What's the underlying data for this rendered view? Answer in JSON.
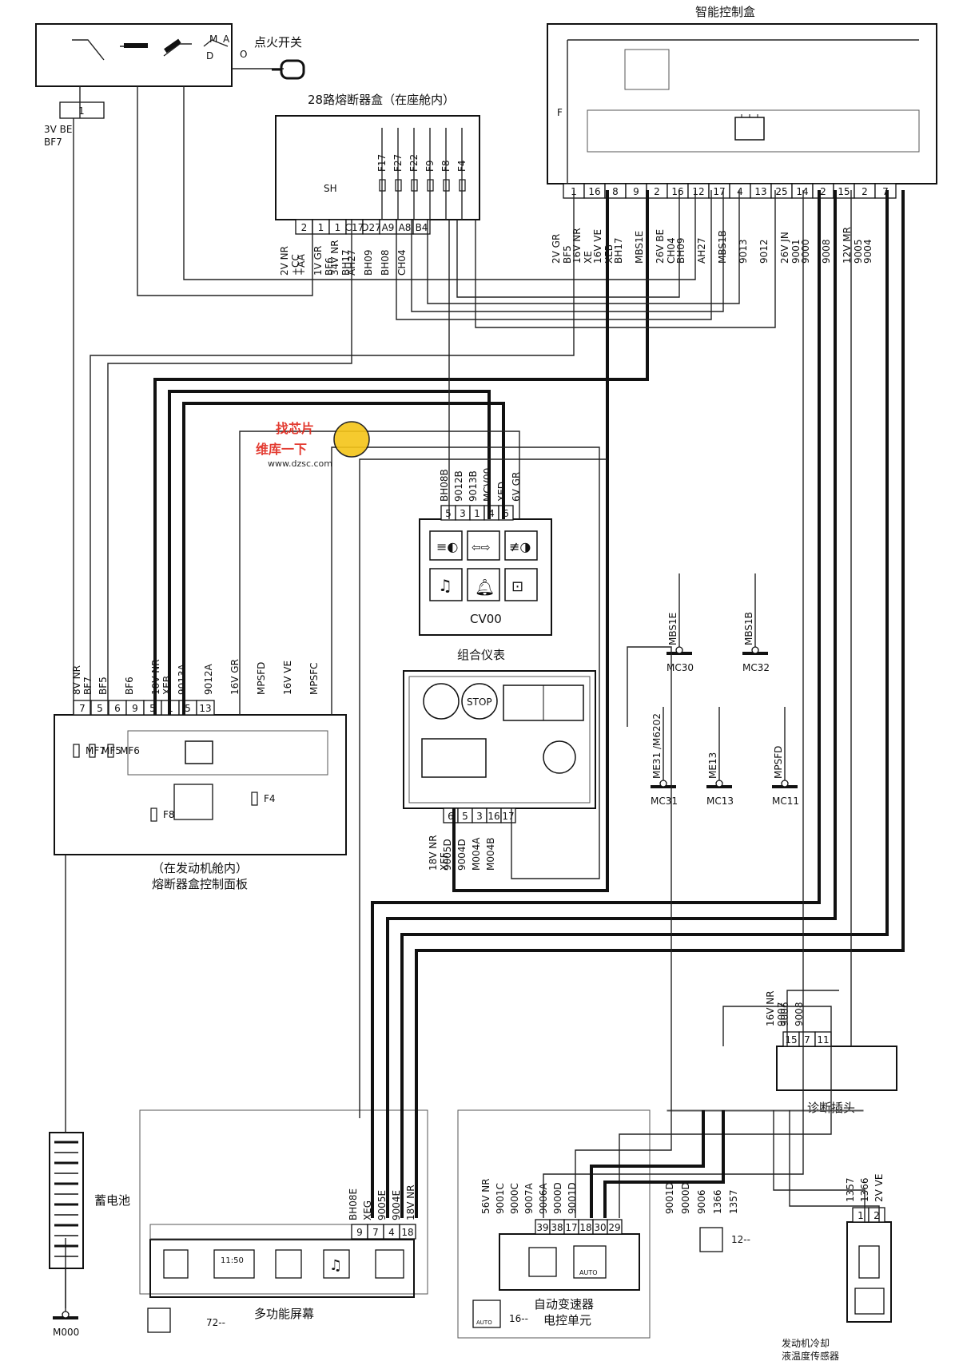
{
  "components": {
    "ignition_switch": {
      "title": "点火开关",
      "contacts": [
        "M",
        "A",
        "D",
        "O"
      ],
      "pin": "1",
      "wire": [
        "3V BE",
        "BF7"
      ]
    },
    "smart_box": {
      "title": "智能控制盒",
      "fuse": "F",
      "pins": [
        "1",
        "16",
        "8",
        "9",
        "2",
        "16",
        "12",
        "17",
        "4",
        "13",
        "25",
        "14",
        "2",
        "15",
        "2",
        "7"
      ],
      "wires": [
        [
          "2V GR",
          "BF5"
        ],
        [
          "16V NR",
          "XE"
        ],
        [
          "16V VE",
          "XEB"
        ],
        [
          "BH17"
        ],
        [
          "MBS1E"
        ],
        [
          "26V BE",
          "CH04"
        ],
        [
          "BH09"
        ],
        [
          "AH27"
        ],
        [
          "MBS1B"
        ],
        [
          "9013"
        ],
        [
          "9012"
        ],
        [
          "26V JN",
          "9001"
        ],
        [
          "9000"
        ],
        [
          "9008"
        ],
        [
          "12V MR",
          "9005"
        ],
        [
          "9004"
        ]
      ]
    },
    "fuse_box_cabin": {
      "title": "28路熔断器盒（在座舱内）",
      "sh": "SH",
      "fuses": [
        "F17",
        "F27",
        "F22",
        "F9",
        "F8",
        "F4"
      ],
      "pins": [
        "2",
        "1",
        "1",
        "C17",
        "D27",
        "A9",
        "A8",
        "B4"
      ],
      "wires": [
        [
          "2V NR",
          "+CC"
        ],
        [
          "+AA"
        ],
        [
          "1V GR",
          "BF6"
        ],
        [
          "34V NR",
          "BH17"
        ],
        [
          "AH27"
        ],
        [
          "BH09"
        ],
        [
          "BH08"
        ],
        [
          "CH04"
        ]
      ]
    },
    "cv00": {
      "title": "CV00",
      "pins": [
        "5",
        "3",
        "1",
        "4",
        "6"
      ],
      "wires": [
        [
          "BH08B"
        ],
        [
          "9012B"
        ],
        [
          "9013B"
        ],
        [
          "MCV00"
        ],
        [
          "XED"
        ],
        [
          "6V GR"
        ]
      ]
    },
    "engine_fuse_panel": {
      "title1": "（在发动机舱内）",
      "title2": "熔断器盒控制面板",
      "pins": [
        "7",
        "5",
        "6",
        "9",
        "5",
        "1",
        "5",
        "13"
      ],
      "wires": [
        [
          "8V NR",
          "BF7"
        ],
        [
          "BF5"
        ],
        [
          "BF6"
        ],
        [
          "10V NR",
          "XEB"
        ],
        [
          "9013A"
        ],
        [
          "9012A"
        ],
        [
          "16V GR"
        ],
        [
          "MPSFD"
        ],
        [
          "16V VE"
        ],
        [
          "MPSFC"
        ]
      ],
      "fuses": [
        "MF7",
        "MF5",
        "MF6",
        "F8",
        "F4"
      ]
    },
    "cluster": {
      "title": "组合仪表",
      "stop": "STOP",
      "pins": [
        "6",
        "5",
        "3",
        "16",
        "17"
      ],
      "wires": [
        [
          "18V NR",
          "XEF"
        ],
        [
          "9005D"
        ],
        [
          "9004D"
        ],
        [
          "M004A"
        ],
        [
          "M004B"
        ]
      ]
    },
    "grounds": [
      {
        "wire": "MBS1E",
        "name": "MC30"
      },
      {
        "wire": "MBS1B",
        "name": "MC32"
      },
      {
        "wire": "ME31 /M6202",
        "name": "MC31"
      },
      {
        "wire": "ME13",
        "name": "MC13"
      },
      {
        "wire": "MPSFD",
        "name": "MC11"
      },
      {
        "wire": "",
        "name": "M000"
      }
    ],
    "diag_plug": {
      "title": "诊断插头",
      "pins": [
        "15",
        "7",
        "11"
      ],
      "wires": [
        [
          "16V NR",
          "9007"
        ],
        [
          "9006"
        ],
        [
          "9008"
        ]
      ]
    },
    "battery": {
      "title": "蓄电池"
    },
    "mfd": {
      "title": "多功能屏幕",
      "clock": "11:50",
      "ref": "72--",
      "pins": [
        "9",
        "7",
        "4",
        "18"
      ],
      "wires": [
        [
          "BH08E"
        ],
        [
          "XEG"
        ],
        [
          "9005E"
        ],
        [
          "9004E"
        ],
        [
          "18V NR"
        ]
      ]
    },
    "atu": {
      "title1": "自动变速器",
      "title2": "电控单元",
      "ref": "16--",
      "badge": "AUTO",
      "pins": [
        "39",
        "38",
        "17",
        "18",
        "30",
        "29"
      ],
      "wires": [
        [
          "56V NR"
        ],
        [
          "9001C"
        ],
        [
          "9000C"
        ],
        [
          "9007A"
        ],
        [
          "9006A"
        ],
        [
          "9000D"
        ],
        [
          "9001D"
        ]
      ]
    },
    "right_wires": {
      "ref": "12--",
      "wires": [
        [
          "9001D"
        ],
        [
          "9000D"
        ],
        [
          "9006"
        ],
        [
          "1366"
        ],
        [
          "1357"
        ]
      ]
    },
    "temp_sensor": {
      "title1": "发动机冷却",
      "title2": "液温度传感器",
      "pins": [
        "1",
        "2"
      ],
      "wires": [
        [
          "1357"
        ],
        [
          "1366"
        ],
        [
          "2V VE"
        ]
      ]
    }
  },
  "watermark": {
    "line1": "找芯片",
    "line2": "维库一下",
    "url": "www.dzsc.com"
  }
}
